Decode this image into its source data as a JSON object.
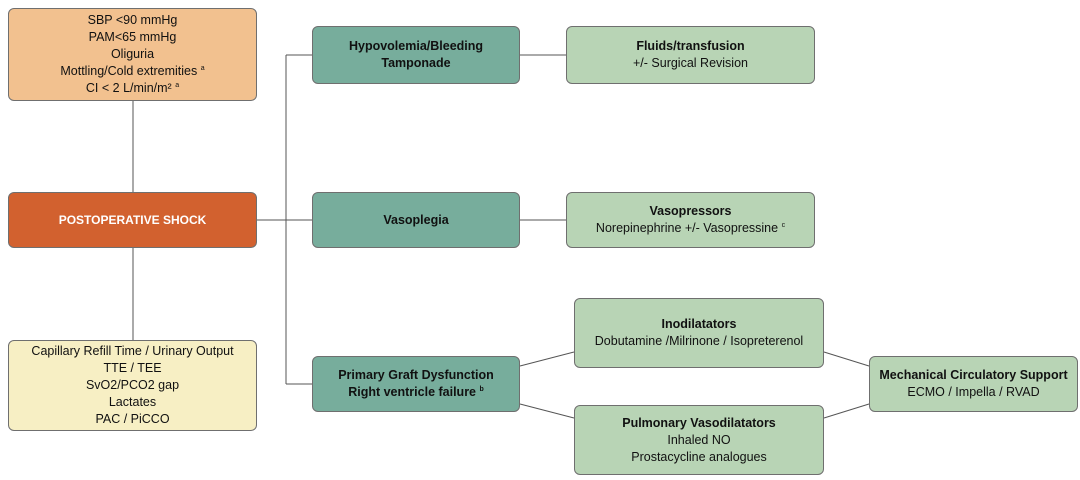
{
  "criteria": {
    "lines": [
      "SBP <90 mmHg",
      "PAM<65 mmHg",
      "Oliguria",
      "Mottling/Cold extremities",
      "CI < 2 L/min/m²"
    ],
    "sup_mottling": "a",
    "sup_ci": "a"
  },
  "shock": {
    "title": "POSTOPERATIVE SHOCK"
  },
  "monitoring": {
    "lines": [
      "Capillary Refill Time / Urinary Output",
      "TTE / TEE",
      "SvO2/PCO2 gap",
      "Lactates",
      "PAC / PiCCO"
    ]
  },
  "hypovolemia": {
    "lines": [
      "Hypovolemia/Bleeding",
      "Tamponade"
    ]
  },
  "vasoplegia": {
    "title": "Vasoplegia"
  },
  "pgd": {
    "lines": [
      "Primary Graft Dysfunction",
      "Right ventricle failure"
    ],
    "sup": "b"
  },
  "fluids": {
    "title": "Fluids/transfusion",
    "detail": "+/- Surgical Revision"
  },
  "vasopressors": {
    "title": "Vasopressors",
    "detail": "Norepinephrine +/- Vasopressine",
    "sup": "c"
  },
  "inodilatators": {
    "title": "Inodilatators",
    "detail": "Dobutamine /Milrinone / Isopreterenol"
  },
  "pulmonary": {
    "title": "Pulmonary Vasodilatators",
    "details": [
      "Inhaled NO",
      "Prostacycline analogues"
    ]
  },
  "mcs": {
    "title": "Mechanical Circulatory Support",
    "detail": "ECMO / Impella / RVAD"
  },
  "colors": {
    "criteria_fill": "#f2c18f",
    "shock_fill": "#d2612f",
    "monitoring_fill": "#f7efc4",
    "etiology_fill": "#77ad9c",
    "treatment_fill": "#b8d4b5",
    "connector": "#555555"
  }
}
